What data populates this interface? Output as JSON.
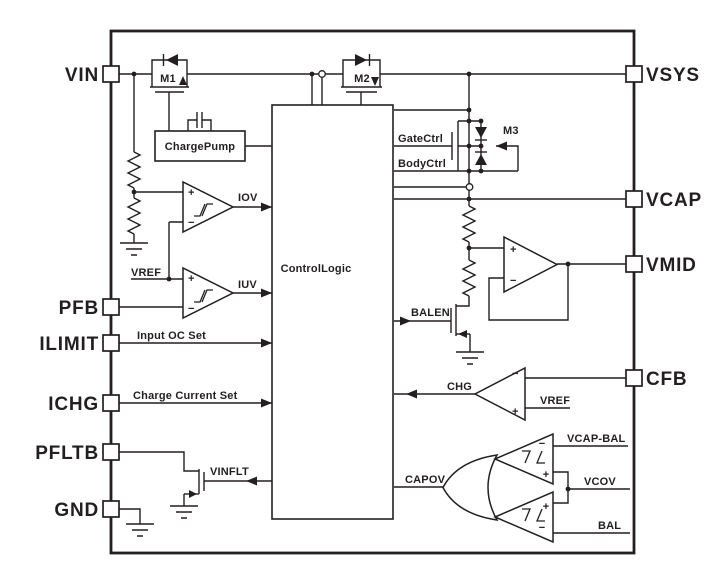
{
  "pins": {
    "vin": "VIN",
    "pfb": "PFB",
    "ilimit": "ILIMIT",
    "ichg": "ICHG",
    "pfltb": "PFLTB",
    "gnd": "GND",
    "vsys": "VSYS",
    "vcap": "VCAP",
    "vmid": "VMID",
    "cfb": "CFB"
  },
  "blocks": {
    "charge_pump": "ChargePump",
    "control_logic": "ControlLogic"
  },
  "transistors": {
    "m1": "M1",
    "m2": "M2",
    "m3": "M3"
  },
  "signals": {
    "gate_ctrl": "GateCtrl",
    "body_ctrl": "BodyCtrl",
    "iov": "IOV",
    "iuv": "IUV",
    "vref": "VREF",
    "input_oc_set": "Input OC Set",
    "charge_current_set": "Charge Current Set",
    "vinflt": "VINFLT",
    "balen": "BALEN",
    "chg": "CHG",
    "capov": "CAPOV",
    "vcov": "VCOV",
    "bal": "BAL",
    "vcap_bal": "VCAP-BAL"
  },
  "signs": {
    "plus": "+",
    "minus": "−"
  },
  "colors": {
    "ink": "#231f20",
    "background": "#ffffff"
  }
}
